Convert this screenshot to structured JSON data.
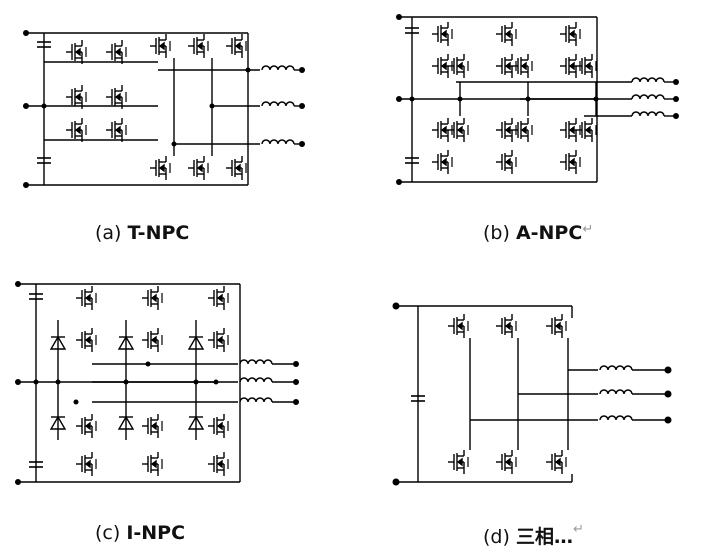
{
  "captions": {
    "a": {
      "prefix": "(a) ",
      "name": "T-NPC",
      "mark": ""
    },
    "b": {
      "prefix": "(b) ",
      "name": "A-NPC",
      "mark": "↵"
    },
    "c": {
      "prefix": "(c) ",
      "name": "I-NPC",
      "mark": ""
    },
    "d": {
      "prefix": "(d) ",
      "name": "三相…",
      "mark": "↵"
    }
  },
  "colors": {
    "line": "#000000",
    "background": "#ffffff"
  }
}
